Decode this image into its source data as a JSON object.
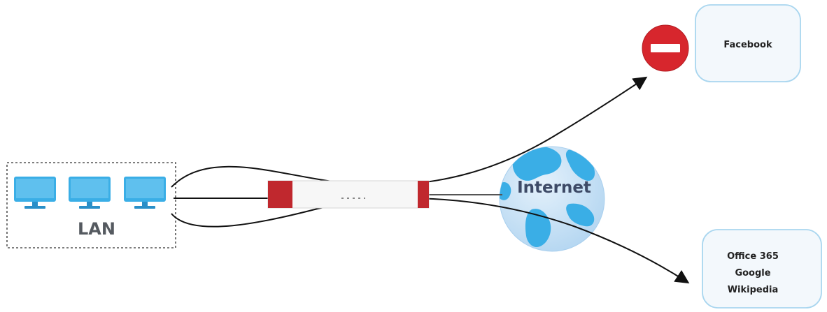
{
  "lan": {
    "label": "LAN"
  },
  "internet": {
    "label": "Internet"
  },
  "blocked_site": {
    "label": "Facebook"
  },
  "allowed_sites": {
    "lines": [
      "Office 365",
      "Google",
      "Wikipedia"
    ]
  },
  "colors": {
    "monitor": "#3aaee6",
    "monitor_stand": "#2a8fc8",
    "firewall_red": "#c0282e",
    "globe_fill": "#c8e2f6",
    "globe_continent": "#3aaee6",
    "site_box_border": "#a9d6ef",
    "site_box_fill": "#f3f8fc",
    "block_sign": "#d7262d"
  },
  "icons": {
    "pc": "monitor-icon",
    "firewall": "firewall-device-icon",
    "globe": "globe-icon",
    "block": "no-entry-icon"
  }
}
